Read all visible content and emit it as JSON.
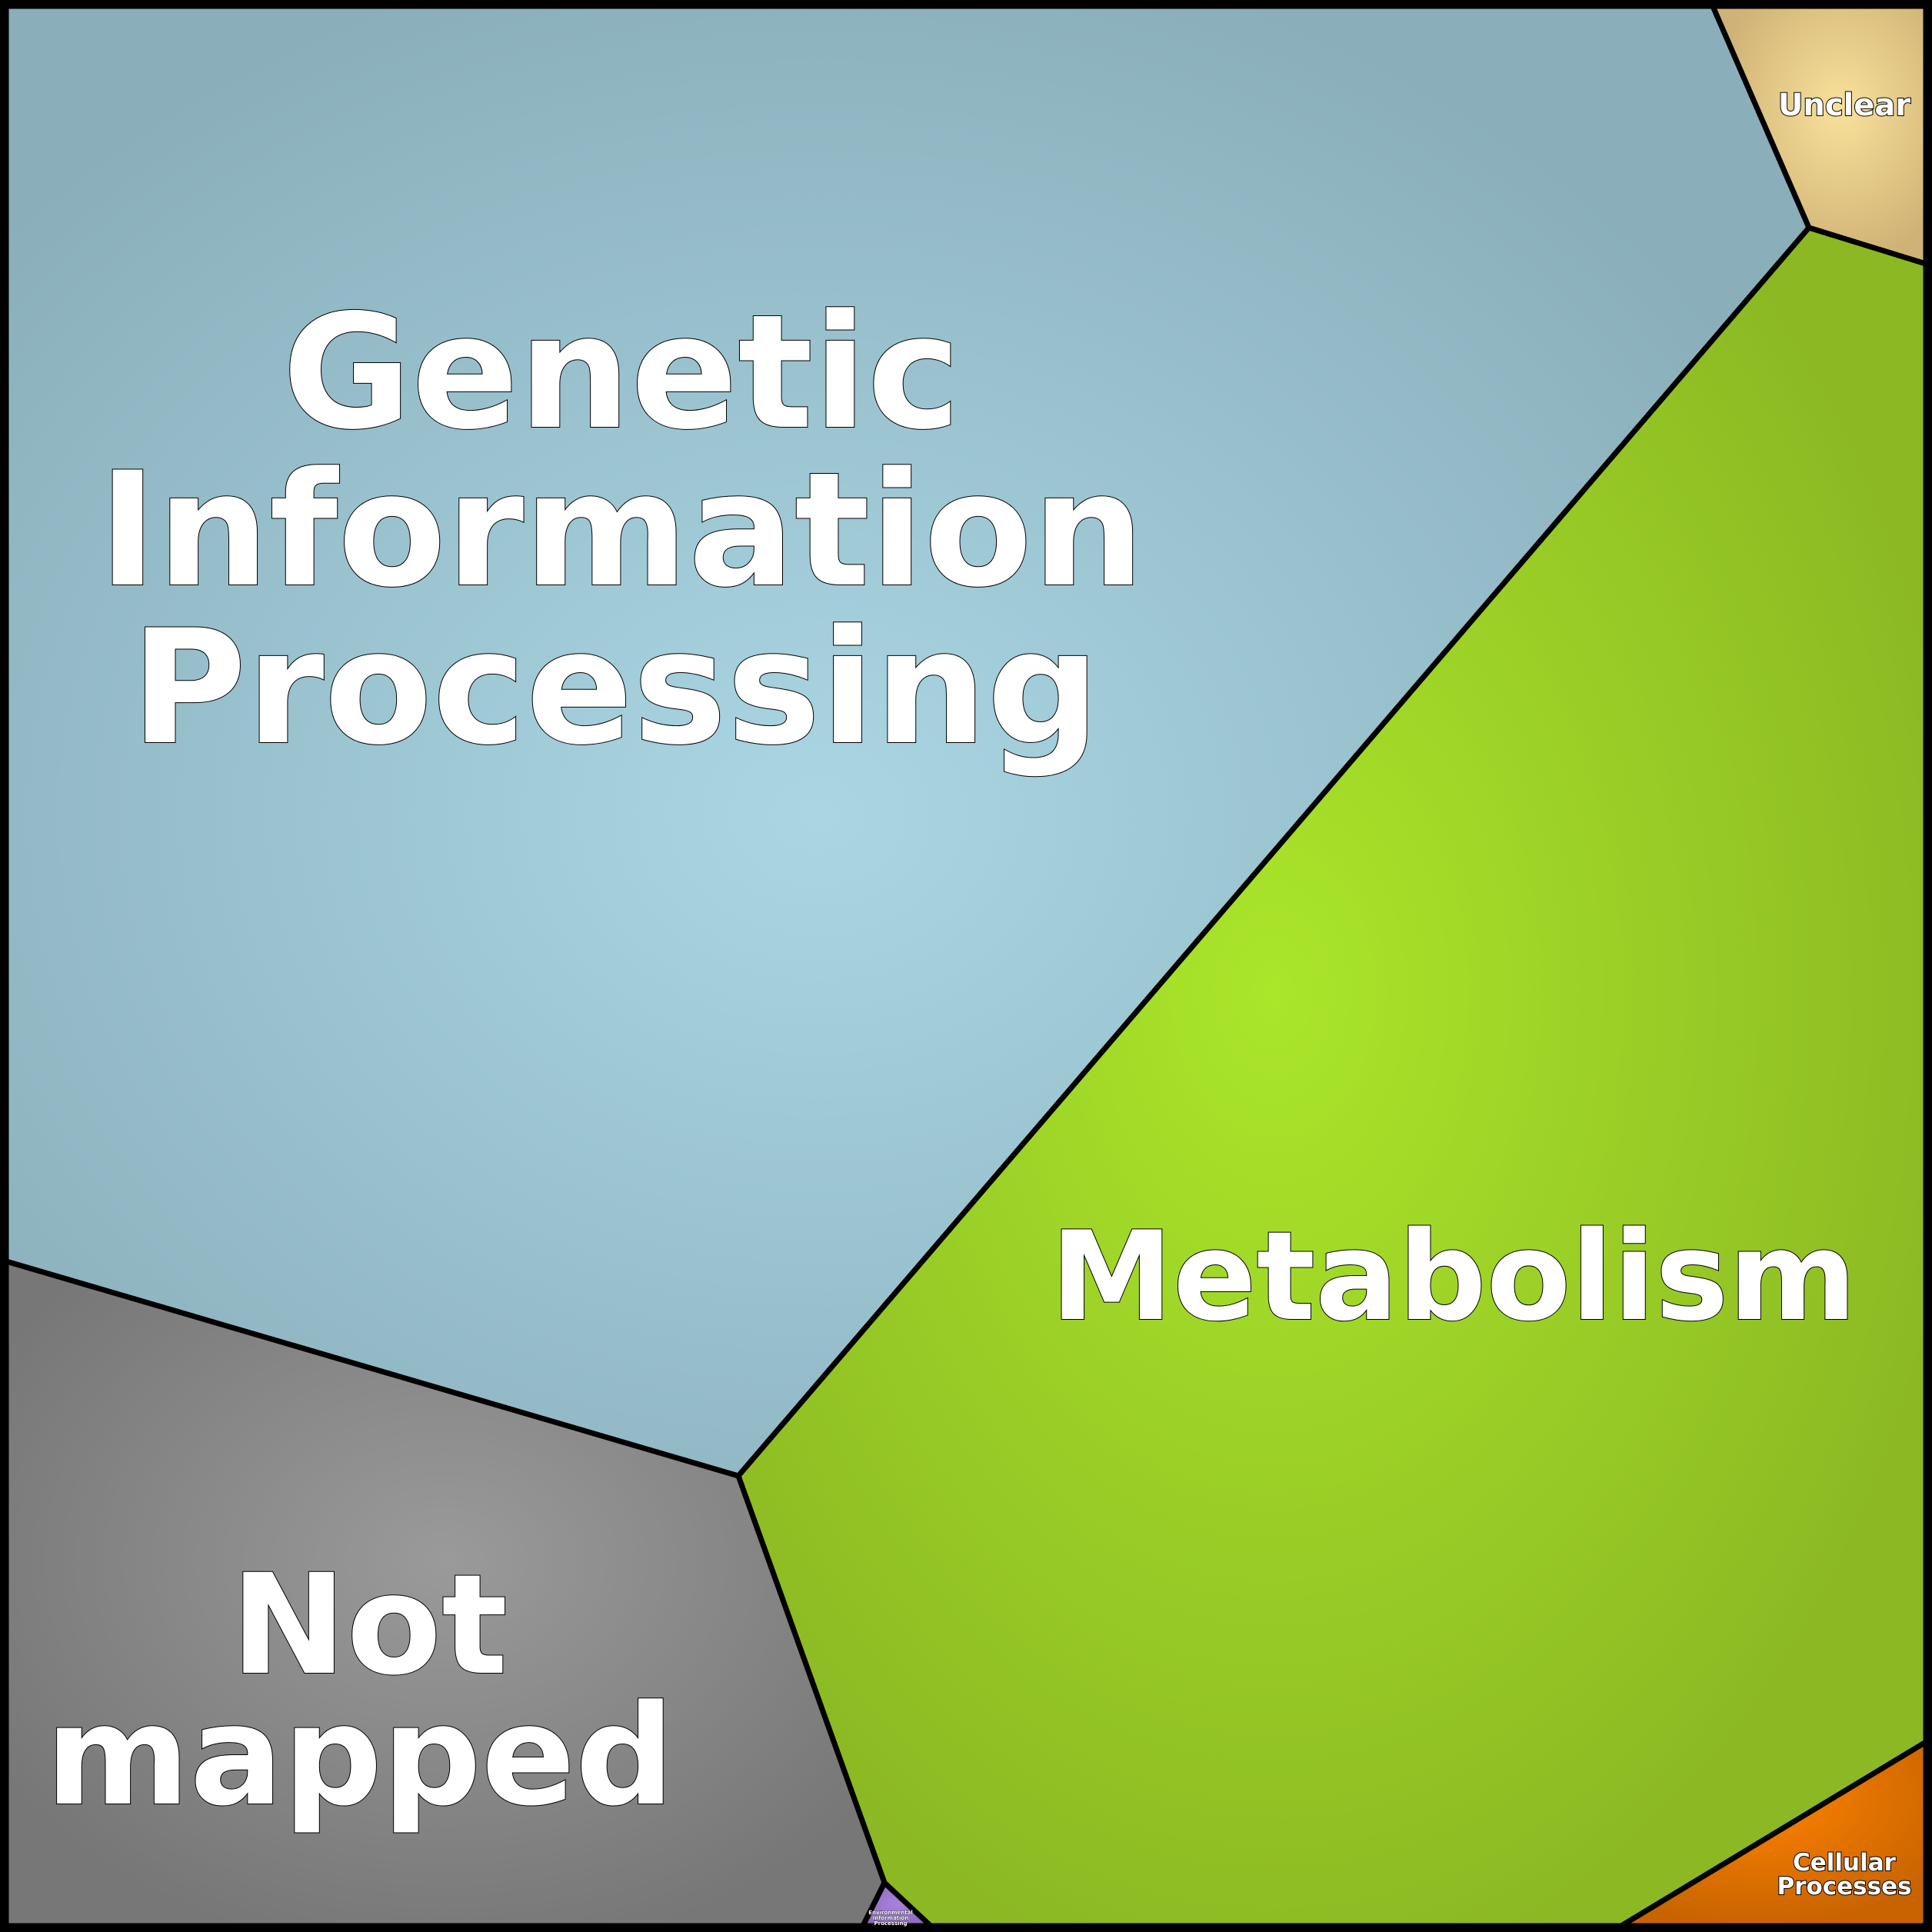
{
  "cells": [
    {
      "id": "genetic",
      "lines": [
        "Genetic",
        "Information",
        "Processing"
      ],
      "color": "#a9d5e2",
      "edge": "#8aafbb"
    },
    {
      "id": "metabolism",
      "lines": [
        "Metabolism"
      ],
      "color": "#aae62a",
      "edge": "#8cb823"
    },
    {
      "id": "not_mapped",
      "lines": [
        "Not",
        "mapped"
      ],
      "color": "#999999",
      "edge": "#777777"
    },
    {
      "id": "unclear",
      "lines": [
        "Unclear"
      ],
      "color": "#f8e098",
      "edge": "#d0b478"
    },
    {
      "id": "cellular",
      "lines": [
        "Cellular",
        "Processes"
      ],
      "color": "#ff8200",
      "edge": "#cc6600"
    },
    {
      "id": "environmental",
      "lines": [
        "Environmental",
        "Information",
        "Processing"
      ],
      "color": "#a580d8",
      "edge": "#8466b0"
    }
  ]
}
